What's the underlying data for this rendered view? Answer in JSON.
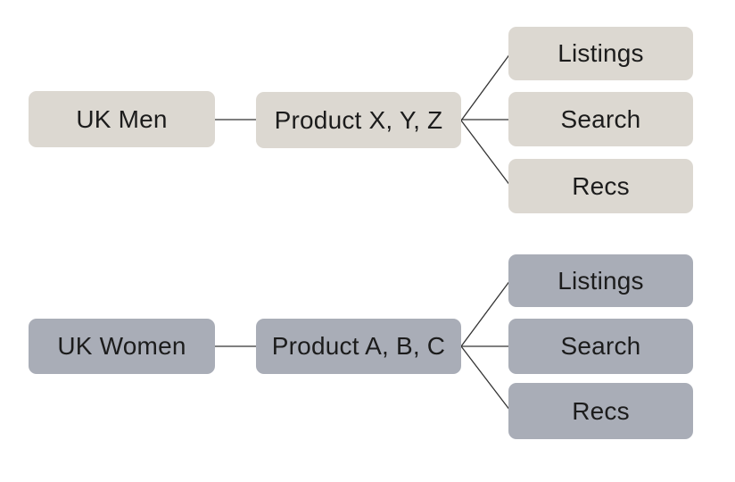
{
  "colors": {
    "background": "#ffffff",
    "beige_node": "#dcd8d1",
    "gray_node": "#a9adb7",
    "text": "#1c1c1c",
    "line": "#333333"
  },
  "groups": [
    {
      "root": "UK Men",
      "product": "Product X, Y, Z",
      "leaves": [
        "Listings",
        "Search",
        "Recs"
      ]
    },
    {
      "root": "UK Women",
      "product": "Product A, B, C",
      "leaves": [
        "Listings",
        "Search",
        "Recs"
      ]
    }
  ]
}
